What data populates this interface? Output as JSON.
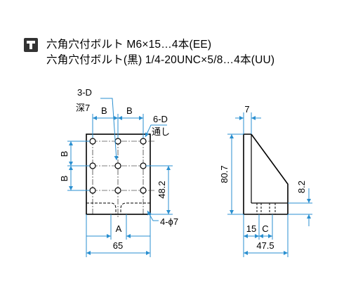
{
  "header": {
    "icon": "bolt-hardware-icon",
    "line1": "六角穴付ボルト M6×15…4本(EE)",
    "line2": "六角穴付ボルト(黒) 1/4-20UNC×5/8…4本(UU)"
  },
  "front_view": {
    "hole_label_center": "3-D",
    "hole_depth_center": "深7",
    "hole_label_side": "6-D",
    "hole_through_side": "通し",
    "pitch_top_left": "B",
    "pitch_top_right": "B",
    "pitch_left_upper": "B",
    "pitch_left_lower": "B",
    "height_48": "48.2",
    "counterbore": "4-ϕ7",
    "width_a": "A",
    "width_total": "65"
  },
  "side_view": {
    "thickness": "7",
    "height": "80.7",
    "chamfer_height": "8.2",
    "offset_15": "15",
    "offset_c": "C",
    "depth_total": "47.5"
  },
  "colors": {
    "dimension": "#2a8fd0",
    "outline": "#000000"
  }
}
